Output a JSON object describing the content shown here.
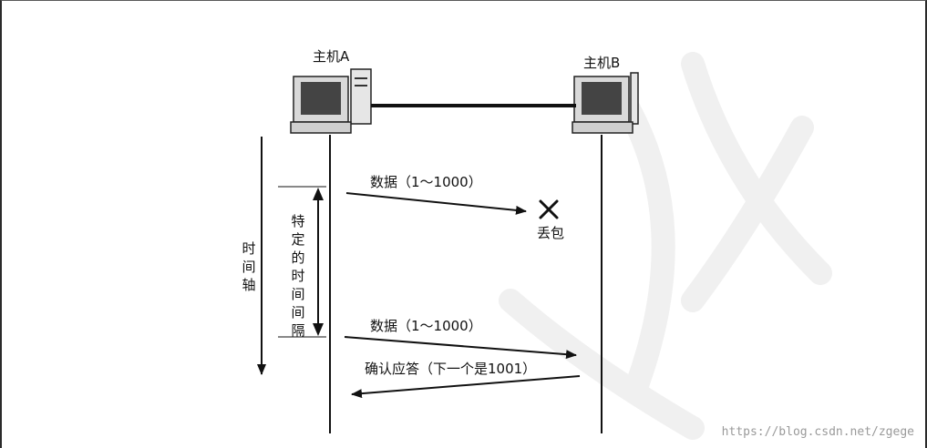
{
  "host_a": {
    "label": "主机A",
    "icon": "computer-icon"
  },
  "host_b": {
    "label": "主机B",
    "icon": "computer-icon"
  },
  "time_axis_label": "时间轴",
  "interval_label": "特定的时间间隔",
  "messages": [
    {
      "label": "数据（1～1000）",
      "from": "主机A",
      "to": "主机B",
      "result": "lost"
    },
    {
      "label": "数据（1～1000）",
      "from": "主机A",
      "to": "主机B",
      "result": "delivered"
    },
    {
      "label": "确认应答（下一个是1001）",
      "from": "主机B",
      "to": "主机A",
      "result": "delivered"
    }
  ],
  "loss_label": "丢包",
  "loss_icon": "x-mark-icon",
  "watermark": "https://blog.csdn.net/zgege",
  "colors": {
    "line": "#111111",
    "background_mark": "#f0f0f0"
  }
}
